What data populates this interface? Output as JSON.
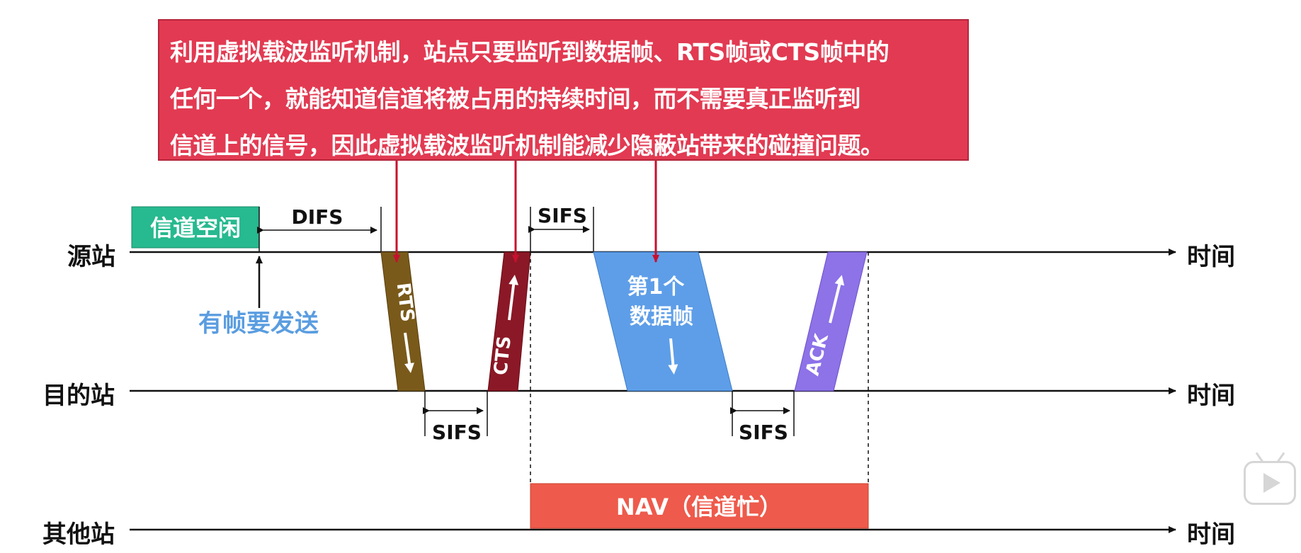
{
  "callout": {
    "lines": [
      "利用虚拟载波监听机制，站点只要监听到数据帧、RTS帧或CTS帧中的",
      "任何一个，就能知道信道将被占用的持续时间，而不需要真正监听到",
      "信道上的信号，因此虚拟载波监听机制能减少隐蔽站带来的碰撞问题。"
    ]
  },
  "stations": {
    "source": "源站",
    "destination": "目的站",
    "other": "其他站"
  },
  "time_label": "时间",
  "boxes": {
    "idle": "信道空闲",
    "rts": "RTS",
    "cts": "CTS",
    "data_line1": "第1个",
    "data_line2": "数据帧",
    "ack": "ACK",
    "nav": "NAV（信道忙）"
  },
  "intervals": {
    "difs": "DIFS",
    "sifs": "SIFS"
  },
  "annotation": "有帧要发送",
  "colors": {
    "callout": "#e23a52",
    "idle": "#27b98f",
    "rts": "#7a5a1a",
    "cts": "#8b1826",
    "data": "#5e9ee8",
    "ack": "#8d72e8",
    "nav": "#ee5a4b",
    "annotation": "#5a9de0",
    "pointer": "#c8102e"
  },
  "icons": {
    "play": "play-icon"
  }
}
